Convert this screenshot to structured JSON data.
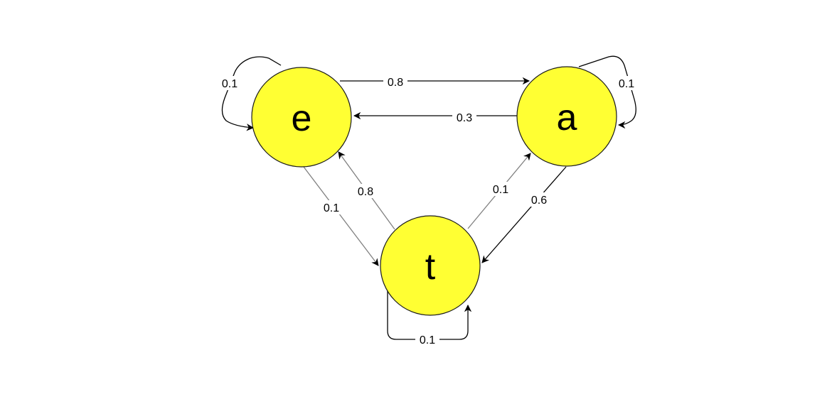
{
  "colors": {
    "node_fill": "#FFFF33",
    "node_stroke": "#1a1a1a",
    "edge_dark": "#000000",
    "edge_gray": "#808080",
    "background": "#FFFFFF"
  },
  "nodes": {
    "e": {
      "label": "e"
    },
    "a": {
      "label": "a"
    },
    "t": {
      "label": "t"
    }
  },
  "edges": {
    "e_e": {
      "from": "e",
      "to": "e",
      "label": "0.1"
    },
    "e_a": {
      "from": "e",
      "to": "a",
      "label": "0.8"
    },
    "a_e": {
      "from": "a",
      "to": "e",
      "label": "0.3"
    },
    "a_a": {
      "from": "a",
      "to": "a",
      "label": "0.1"
    },
    "e_t": {
      "from": "e",
      "to": "t",
      "label": "0.1"
    },
    "t_e": {
      "from": "t",
      "to": "e",
      "label": "0.8"
    },
    "t_a": {
      "from": "t",
      "to": "a",
      "label": "0.1"
    },
    "a_t": {
      "from": "a",
      "to": "t",
      "label": "0.6"
    },
    "t_t": {
      "from": "t",
      "to": "t",
      "label": "0.1"
    }
  }
}
